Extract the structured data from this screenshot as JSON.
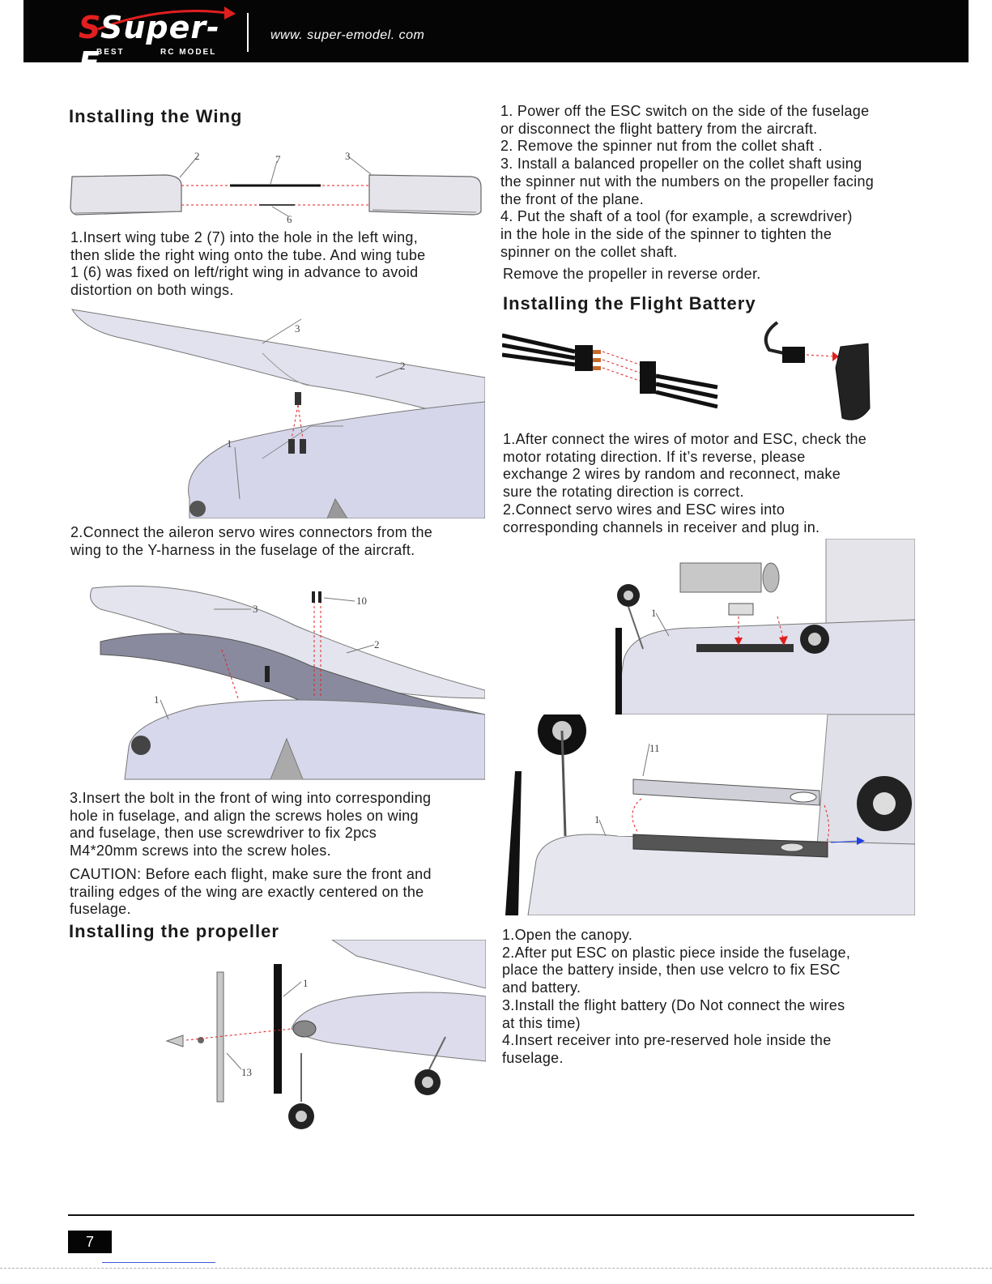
{
  "header": {
    "logo_text": "Super-E",
    "logo_sub_left": "BEST",
    "logo_sub_right": "RC MODEL",
    "url": "www. super-emodel. com"
  },
  "left": {
    "wing_heading": "Installing the Wing",
    "wing_fig_labels": [
      "2",
      "7",
      "3",
      "6"
    ],
    "wing_step1": [
      "1.Insert wing tube 2 (7) into the hole in the left wing,",
      "then slide the right wing onto the tube. And wing tube",
      "1 (6) was fixed on left/right wing in advance to avoid",
      "distortion on both wings."
    ],
    "fig2_labels": [
      "3",
      "2",
      "1"
    ],
    "wing_step2": [
      "2.Connect the aileron servo wires connectors from the",
      "wing to the Y-harness in the fuselage of the aircraft."
    ],
    "fig3_labels": [
      "10",
      "3",
      "2",
      "1"
    ],
    "wing_step3": [
      "3.Insert the bolt in the front of wing into corresponding",
      "hole in fuselage, and align the screws holes on wing",
      "and fuselage, then use screwdriver to fix 2pcs",
      "M4*20mm screws into the screw holes."
    ],
    "caution": [
      "CAUTION: Before each flight, make sure the front and",
      "trailing edges of the wing are exactly centered on the",
      "fuselage."
    ],
    "prop_heading": "Installing the propeller",
    "prop_fig_labels": [
      "1",
      "13"
    ]
  },
  "right": {
    "prop_steps": [
      "1.  Power off the ESC switch on the side of the fuselage",
      "or disconnect the flight battery from the aircraft.",
      "2.  Remove the spinner nut from the collet shaft .",
      "3.  Install a balanced propeller on the collet shaft using",
      "the spinner nut with the numbers on the propeller facing",
      "the front of the plane.",
      "4. Put the shaft of a tool (for example, a screwdriver)",
      "in the hole in the side of the spinner to tighten the",
      "spinner on the collet shaft."
    ],
    "prop_remove": "Remove the propeller in reverse order.",
    "battery_heading": "Installing the Flight Battery",
    "battery_steps_a": [
      "1.After connect the wires of motor and ESC, check the",
      "motor rotating direction. If it’s reverse, please",
      "exchange 2 wires by random and reconnect, make",
      "sure the rotating direction is correct.",
      "2.Connect servo wires and ESC wires into",
      "corresponding channels in receiver and plug in."
    ],
    "fig_batt1_labels": [
      "1"
    ],
    "fig_batt2_labels": [
      "11",
      "1"
    ],
    "battery_steps_b": [
      "1.Open the canopy.",
      "2.After put ESC on plastic piece inside the fuselage,",
      "place the battery inside, then use velcro to fix ESC",
      "and battery.",
      "3.Install the flight battery (Do Not connect the wires",
      "at this time)",
      "4.Insert receiver into pre-reserved hole inside the",
      "fuselage."
    ]
  },
  "footer": {
    "page_number": "7"
  },
  "colors": {
    "header_bg": "#050505",
    "logo_accent": "#e11f1f",
    "model_fill": "#dcdcec",
    "leader_red": "#e02020"
  }
}
